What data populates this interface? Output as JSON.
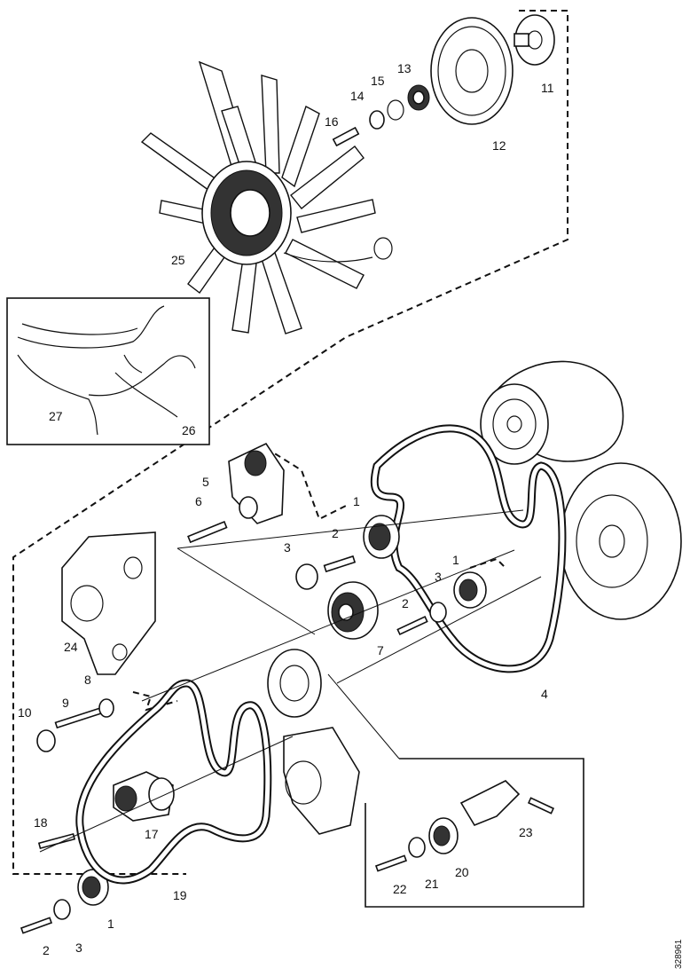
{
  "drawing_code": "328961",
  "callouts": [
    {
      "id": "c1",
      "text": "1"
    },
    {
      "id": "c1b",
      "text": "1"
    },
    {
      "id": "c1c",
      "text": "1"
    },
    {
      "id": "c2",
      "text": "2"
    },
    {
      "id": "c2b",
      "text": "2"
    },
    {
      "id": "c2c",
      "text": "2"
    },
    {
      "id": "c3",
      "text": "3"
    },
    {
      "id": "c3b",
      "text": "3"
    },
    {
      "id": "c3c",
      "text": "3"
    },
    {
      "id": "c4",
      "text": "4"
    },
    {
      "id": "c5",
      "text": "5"
    },
    {
      "id": "c6",
      "text": "6"
    },
    {
      "id": "c7",
      "text": "7"
    },
    {
      "id": "c8",
      "text": "8"
    },
    {
      "id": "c9",
      "text": "9"
    },
    {
      "id": "c10",
      "text": "10"
    },
    {
      "id": "c11",
      "text": "11"
    },
    {
      "id": "c12",
      "text": "12"
    },
    {
      "id": "c13",
      "text": "13"
    },
    {
      "id": "c14",
      "text": "14"
    },
    {
      "id": "c15",
      "text": "15"
    },
    {
      "id": "c16",
      "text": "16"
    },
    {
      "id": "c17",
      "text": "17"
    },
    {
      "id": "c18",
      "text": "18"
    },
    {
      "id": "c19",
      "text": "19"
    },
    {
      "id": "c20",
      "text": "20"
    },
    {
      "id": "c21",
      "text": "21"
    },
    {
      "id": "c22",
      "text": "22"
    },
    {
      "id": "c23",
      "text": "23"
    },
    {
      "id": "c24",
      "text": "24"
    },
    {
      "id": "c25",
      "text": "25"
    },
    {
      "id": "c26",
      "text": "26"
    },
    {
      "id": "c27",
      "text": "27"
    }
  ]
}
